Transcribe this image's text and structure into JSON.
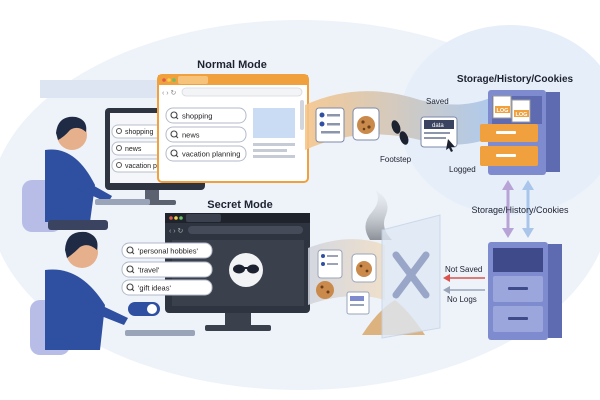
{
  "normal_mode": {
    "title": "Normal Mode",
    "searches": [
      "shopping",
      "news",
      "vacation planning"
    ]
  },
  "secret_mode": {
    "title": "Secret Mode",
    "searches": [
      "'personal hobbies'",
      "'travel'",
      "'gift ideas'"
    ]
  },
  "back_monitor": {
    "searches": [
      "shopping",
      "news",
      "vacation plan"
    ]
  },
  "labels": {
    "saved": "Saved",
    "footstep": "Footstep",
    "logged": "Logged",
    "data_card": "data",
    "not_saved": "Not Saved",
    "no_logs": "No Logs"
  },
  "storage": {
    "top_title": "Storage/History/Cookies",
    "middle_label": "Storage/History/Cookies",
    "log_labels": [
      "LOG",
      "LOG"
    ]
  },
  "colors": {
    "accent_orange": "#f0a03c",
    "monitor_dark": "#2e3440",
    "person_blue": "#2f4fa0",
    "storage_purple": "#7e8ccf",
    "not_saved_red": "#d9534f"
  }
}
